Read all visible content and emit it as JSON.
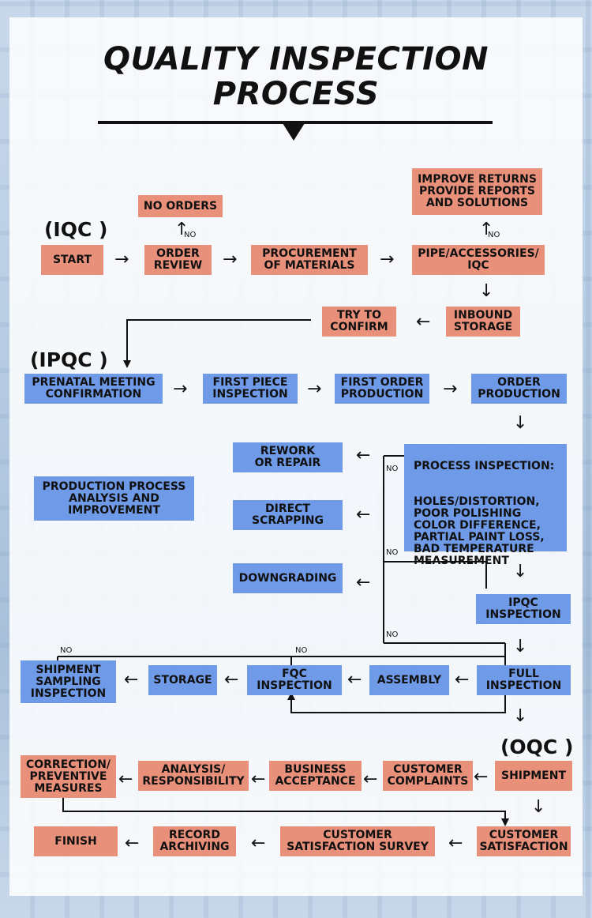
{
  "title": {
    "line1": "QUALITY INSPECTION",
    "line2": "PROCESS"
  },
  "stages": {
    "iqc": "(IQC )",
    "ipqc": "(IPQC )",
    "oqc": "(OQC )"
  },
  "no_label": "NO",
  "boxes": {
    "no_orders": "NO ORDERS",
    "start": "START",
    "order_review": "ORDER\nREVIEW",
    "procurement": "PROCUREMENT\nOF MATERIALS",
    "pipe_iqc": "PIPE/ACCESSORIES/\nIQC",
    "improve_returns": "IMPROVE RETURNS\nPROVIDE REPORTS\nAND SOLUTIONS",
    "inbound_storage": "INBOUND\nSTORAGE",
    "try_confirm": "TRY TO\nCONFIRM",
    "prenatal": "PRENATAL MEETING\nCONFIRMATION",
    "first_piece": "FIRST PIECE\nINSPECTION",
    "first_order": "FIRST ORDER\nPRODUCTION",
    "order_production": "ORDER\nPRODUCTION",
    "rework": "REWORK\nOR REPAIR",
    "direct_scrapping": "DIRECT\nSCRAPPING",
    "downgrading": "DOWNGRADING",
    "production_analysis": "PRODUCTION PROCESS\nANALYSIS AND\nIMPROVEMENT",
    "process_inspection_title": "PROCESS INSPECTION:",
    "process_inspection_items": "HOLES/DISTORTION,\nPOOR POLISHING\nCOLOR DIFFERENCE,\nPARTIAL PAINT LOSS,\nBAD TEMPERATURE\nMEASUREMENT",
    "ipqc_inspection": "IPQC\nINSPECTION",
    "full_inspection": "FULL\nINSPECTION",
    "assembly": "ASSEMBLY",
    "fqc_inspection": "FQC\nINSPECTION",
    "storage": "STORAGE",
    "shipment_sampling": "SHIPMENT\nSAMPLING\nINSPECTION",
    "shipment": "SHIPMENT",
    "customer_complaints": "CUSTOMER\nCOMPLAINTS",
    "business_acceptance": "BUSINESS\nACCEPTANCE",
    "analysis_responsibility": "ANALYSIS/\nRESPONSIBILITY",
    "correction": "CORRECTION/\nPREVENTIVE\nMEASURES",
    "customer_satisfaction": "CUSTOMER\nSATISFACTION",
    "satisfaction_survey": "CUSTOMER\nSATISFACTION SURVEY",
    "record_archiving": "RECORD\nARCHIVING",
    "finish": "FINISH"
  },
  "colors": {
    "orange": "#e8907a",
    "blue": "#6f9ae8"
  }
}
